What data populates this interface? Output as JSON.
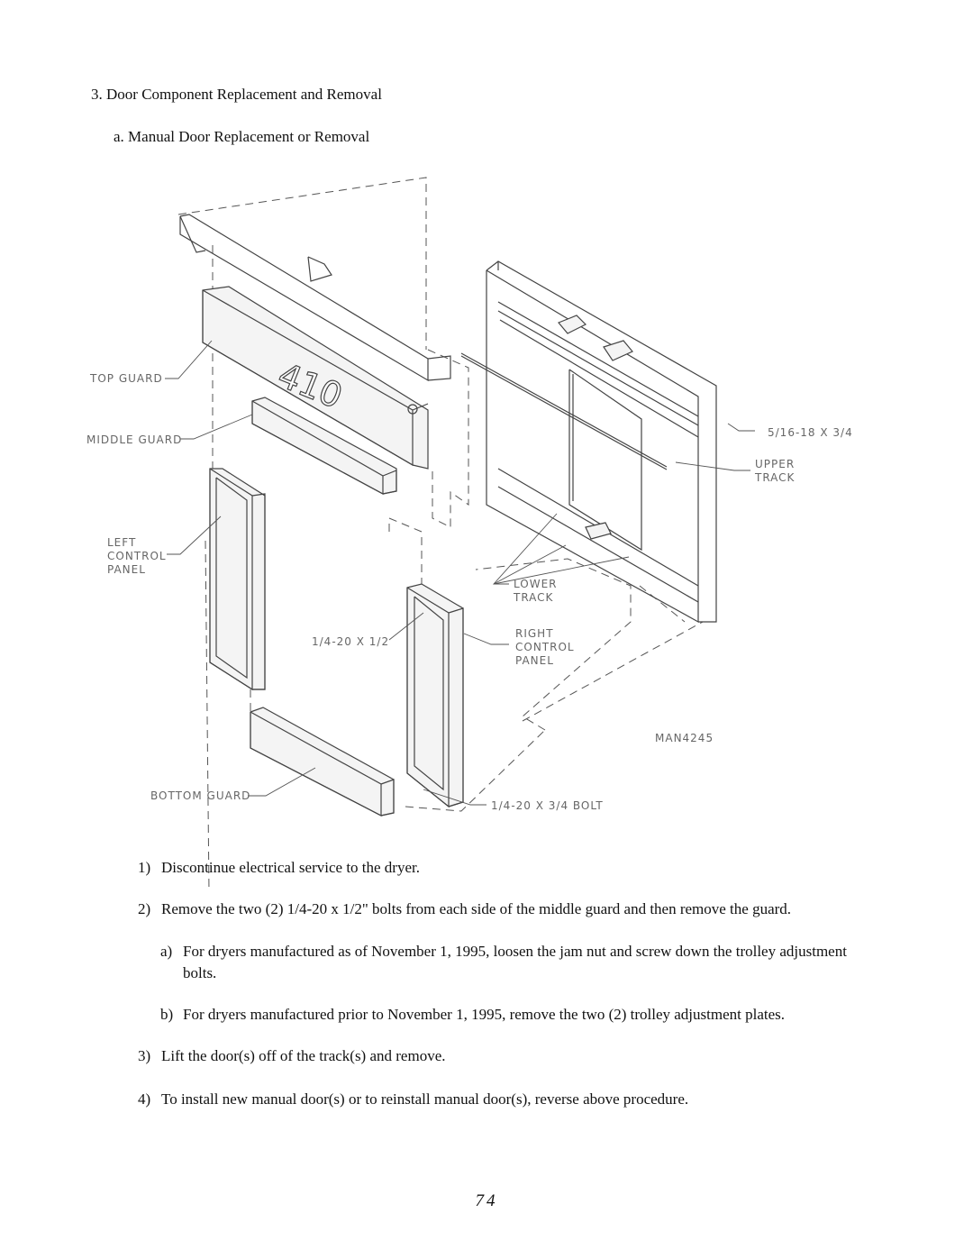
{
  "heading": "3.  Door Component Replacement and Removal",
  "subheading": "a.  Manual Door Replacement or Removal",
  "diagram": {
    "labels": {
      "top_guard": "TOP GUARD",
      "middle_guard": "MIDDLE GUARD",
      "left_control_panel": [
        "LEFT",
        "CONTROL",
        "PANEL"
      ],
      "lower_track": [
        "LOWER",
        "TRACK"
      ],
      "right_control_panel": [
        "RIGHT",
        "CONTROL",
        "PANEL"
      ],
      "upper_track": [
        "UPPER",
        "TRACK"
      ],
      "bolt_5_16": "5/16-18  X  3/4",
      "bolt_1_4_half": "1/4-20  X  1/2",
      "bottom_guard": "BOTTOM GUARD",
      "bolt_1_4_3_4": "1/4-20  X  3/4  BOLT",
      "drawing_id": "MAN4245",
      "guard_number": "410"
    }
  },
  "steps": [
    {
      "num": "1)",
      "text": "Discontinue electrical service to the dryer."
    },
    {
      "num": "2)",
      "text": "Remove the two (2) 1/4-20 x 1/2\" bolts from each side of the middle guard and then remove the guard."
    },
    {
      "num": "a)",
      "text": "For dryers manufactured as of November 1, 1995, loosen the jam nut and screw down the trolley adjustment bolts."
    },
    {
      "num": "b)",
      "text": "For dryers manufactured prior to November 1, 1995, remove the two (2) trolley adjustment plates."
    },
    {
      "num": "3)",
      "text": "Lift the door(s) off of the track(s) and remove."
    },
    {
      "num": "4)",
      "text": "To install new manual door(s) or to reinstall manual door(s), reverse above procedure."
    }
  ],
  "page_number": "74"
}
